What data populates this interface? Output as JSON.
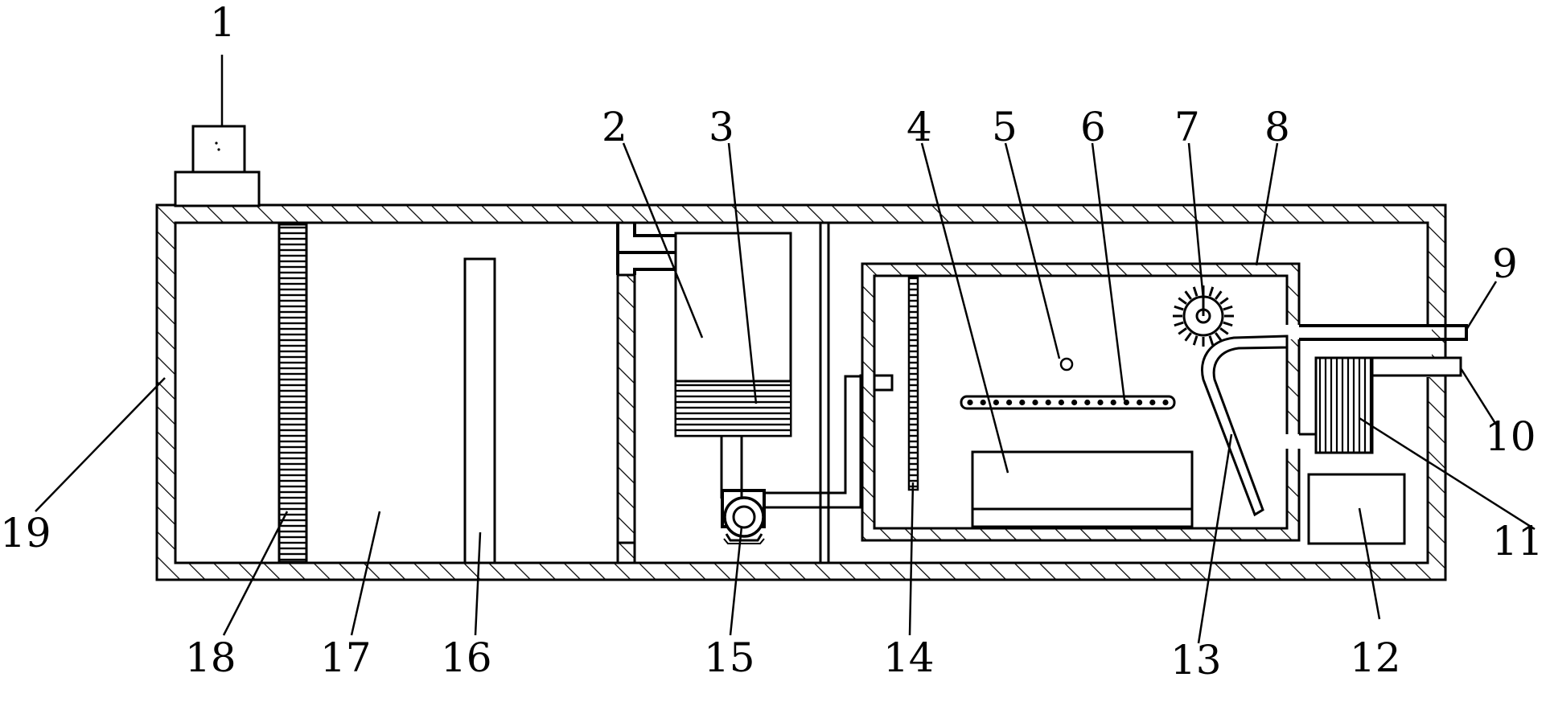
{
  "labels": {
    "l1": "1",
    "l2": "2",
    "l3": "3",
    "l4": "4",
    "l5": "5",
    "l6": "6",
    "l7": "7",
    "l8": "8",
    "l9": "9",
    "l10": "10",
    "l11": "11",
    "l12": "12",
    "l13": "13",
    "l14": "14",
    "l15": "15",
    "l16": "16",
    "l17": "17",
    "l18": "18",
    "l19": "19"
  },
  "colors": {
    "ink": "#000000",
    "paper": "#ffffff"
  }
}
